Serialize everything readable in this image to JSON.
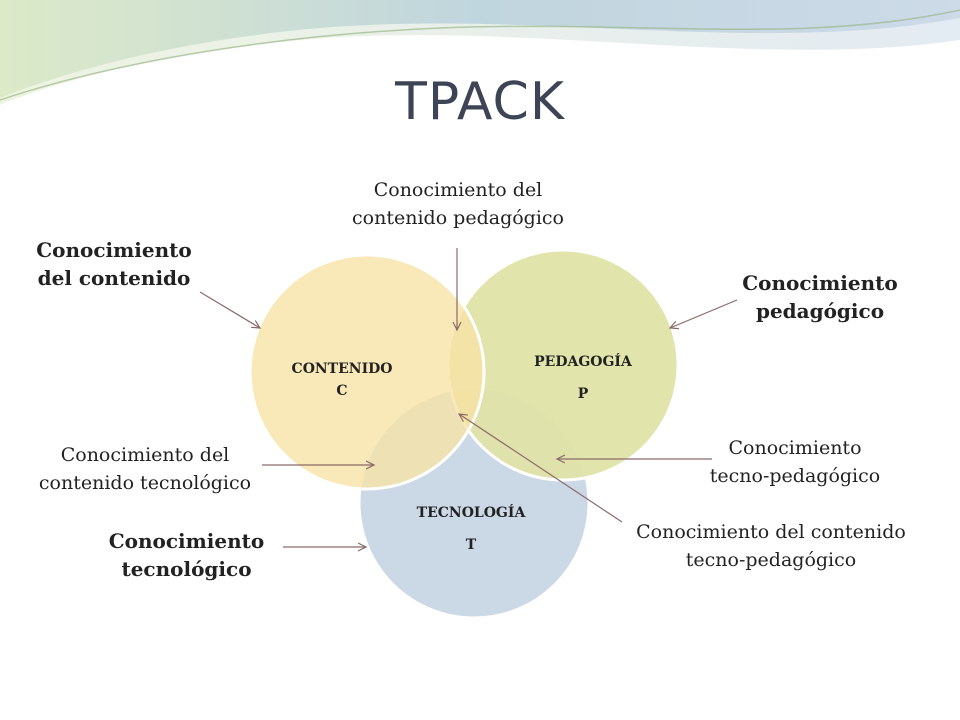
{
  "title": "TPACK",
  "circles": {
    "contenido": {
      "name": "CONTENIDO",
      "letter": "C",
      "color": "#f7e3a4"
    },
    "pedagogia": {
      "name": "PEDAGOGÍA",
      "letter": "P",
      "color": "#dfe3a6"
    },
    "tecnologia": {
      "name": "TECNOLOGÍA",
      "letter": "T",
      "color": "#cbd8e6"
    }
  },
  "labels": {
    "ccp": [
      "Conocimiento del",
      "contenido pedagógico"
    ],
    "cc": [
      "Conocimiento",
      "del contenido"
    ],
    "cp": [
      "Conocimiento",
      "pedagógico"
    ],
    "cct": [
      "Conocimiento del",
      "contenido tecnológico"
    ],
    "ctp": [
      "Conocimiento",
      "tecno-pedagógico"
    ],
    "cctp": [
      "Conocimiento del contenido",
      "tecno-pedagógico"
    ],
    "ct": [
      "Conocimiento",
      "tecnológico"
    ]
  }
}
